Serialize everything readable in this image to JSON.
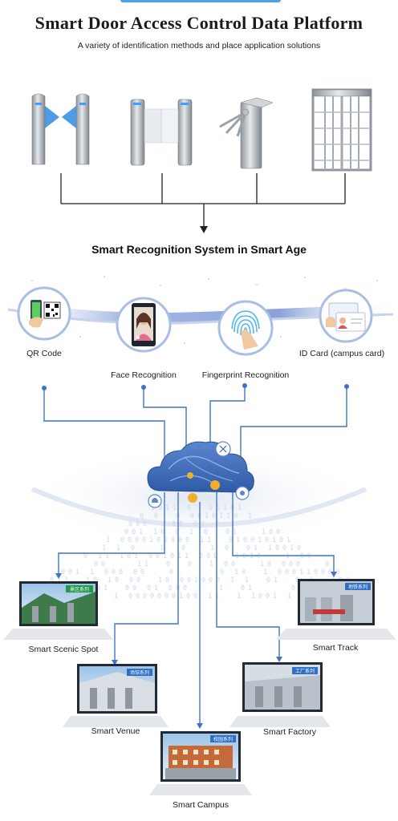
{
  "header": {
    "title": "Smart Door Access Control Data Platform",
    "subtitle": "A variety of identification methods and place application solutions"
  },
  "section": {
    "title": "Smart Recognition System in Smart Age"
  },
  "gates": [
    {
      "name": "swing-barrier-gate"
    },
    {
      "name": "flap-barrier-gate"
    },
    {
      "name": "tripod-turnstile"
    },
    {
      "name": "full-height-turnstile"
    }
  ],
  "recognition": {
    "qr": "QR Code",
    "face": "Face Recognition",
    "fingerprint": "Fingerprint Recognition",
    "idcard": "ID Card (campus card)"
  },
  "applications": {
    "scenic": {
      "label": "Smart Scenic Spot",
      "tag": "景区系列"
    },
    "track": {
      "label": "Smart Track",
      "tag": "地铁系列"
    },
    "venue": {
      "label": "Smart Venue",
      "tag": "场馆系列"
    },
    "factory": {
      "label": "Smart Factory",
      "tag": "工厂系列"
    },
    "campus": {
      "label": "Smart Campus",
      "tag": "校园系列"
    }
  },
  "colors": {
    "accent": "#3a6fc0",
    "cloud": "#3d68b5",
    "line": "#3f74c4",
    "gold": "#f0b02a"
  }
}
